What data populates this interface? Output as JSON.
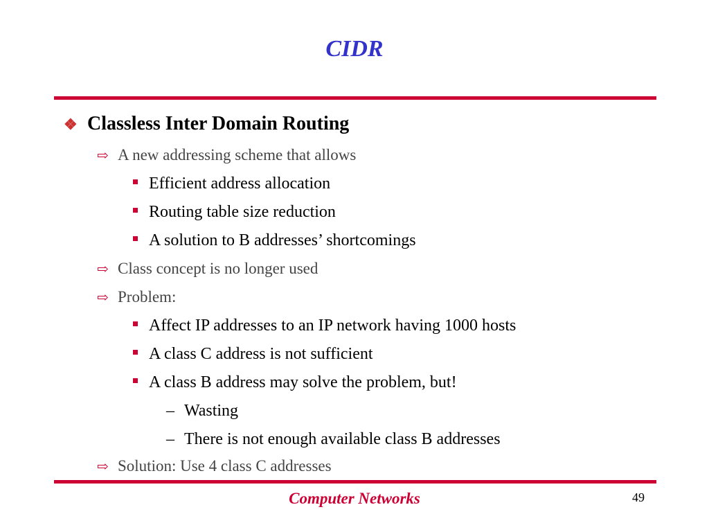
{
  "slide": {
    "title": "CIDR",
    "heading": "Classless Inter Domain Routing",
    "items": [
      "A new addressing scheme that allows",
      "Efficient address allocation",
      "Routing table size reduction",
      "A solution to B addresses’ shortcomings",
      "Class concept is no longer used",
      "Problem:",
      "Affect IP addresses to an IP network having 1000 hosts",
      "A class C address is not sufficient",
      "A class B address may solve the problem, but!",
      "Wasting",
      "There is not enough available class B addresses",
      "Solution: Use 4 class C addresses"
    ],
    "footer": "Computer Networks",
    "page_number": "49"
  },
  "icons": {
    "heading_bullet": "diamond-bullet-icon",
    "level2_bullet": "right-arrow-icon",
    "level3_bullet": "square-bullet-icon",
    "level4_bullet": "dash-bullet-icon"
  },
  "colors": {
    "title": "#3333cc",
    "accent": "#cc0033"
  }
}
